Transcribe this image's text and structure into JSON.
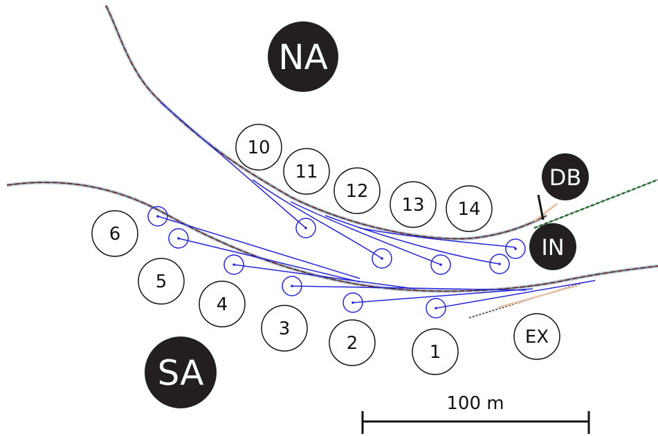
{
  "labels": {
    "na": "NA",
    "sa": "SA",
    "db": "DB",
    "in": "IN",
    "ex": "EX",
    "d1": "1",
    "d2": "2",
    "d3": "3",
    "d4": "4",
    "d5": "5",
    "d6": "6",
    "d10": "10",
    "d11": "11",
    "d12": "12",
    "d13": "13",
    "d14": "14",
    "scale": "100 m"
  },
  "colors": {
    "branch_lines": "#2222dd",
    "track_main": "#c0392b",
    "track_alt": "#7b9ebf",
    "track_green": "#3fa34d",
    "transfer_line": "#e8c3a8",
    "hall_fill": "#231f20",
    "outline": "#111111"
  }
}
